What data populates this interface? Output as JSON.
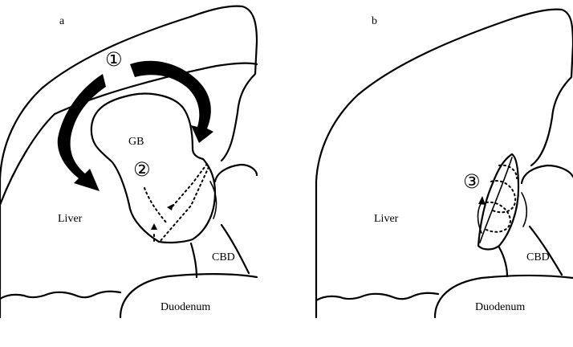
{
  "panels": [
    {
      "id": "a",
      "panel_label": "a",
      "labels": {
        "gb": "GB",
        "liver": "Liver",
        "cbd": "CBD",
        "duodenum": "Duodenum"
      },
      "markers": [
        "①",
        "②"
      ]
    },
    {
      "id": "b",
      "panel_label": "b",
      "labels": {
        "liver": "Liver",
        "cbd": "CBD",
        "duodenum": "Duodenum"
      },
      "markers": [
        "③"
      ]
    }
  ],
  "colors": {
    "line": "#000000",
    "background": "#ffffff"
  }
}
